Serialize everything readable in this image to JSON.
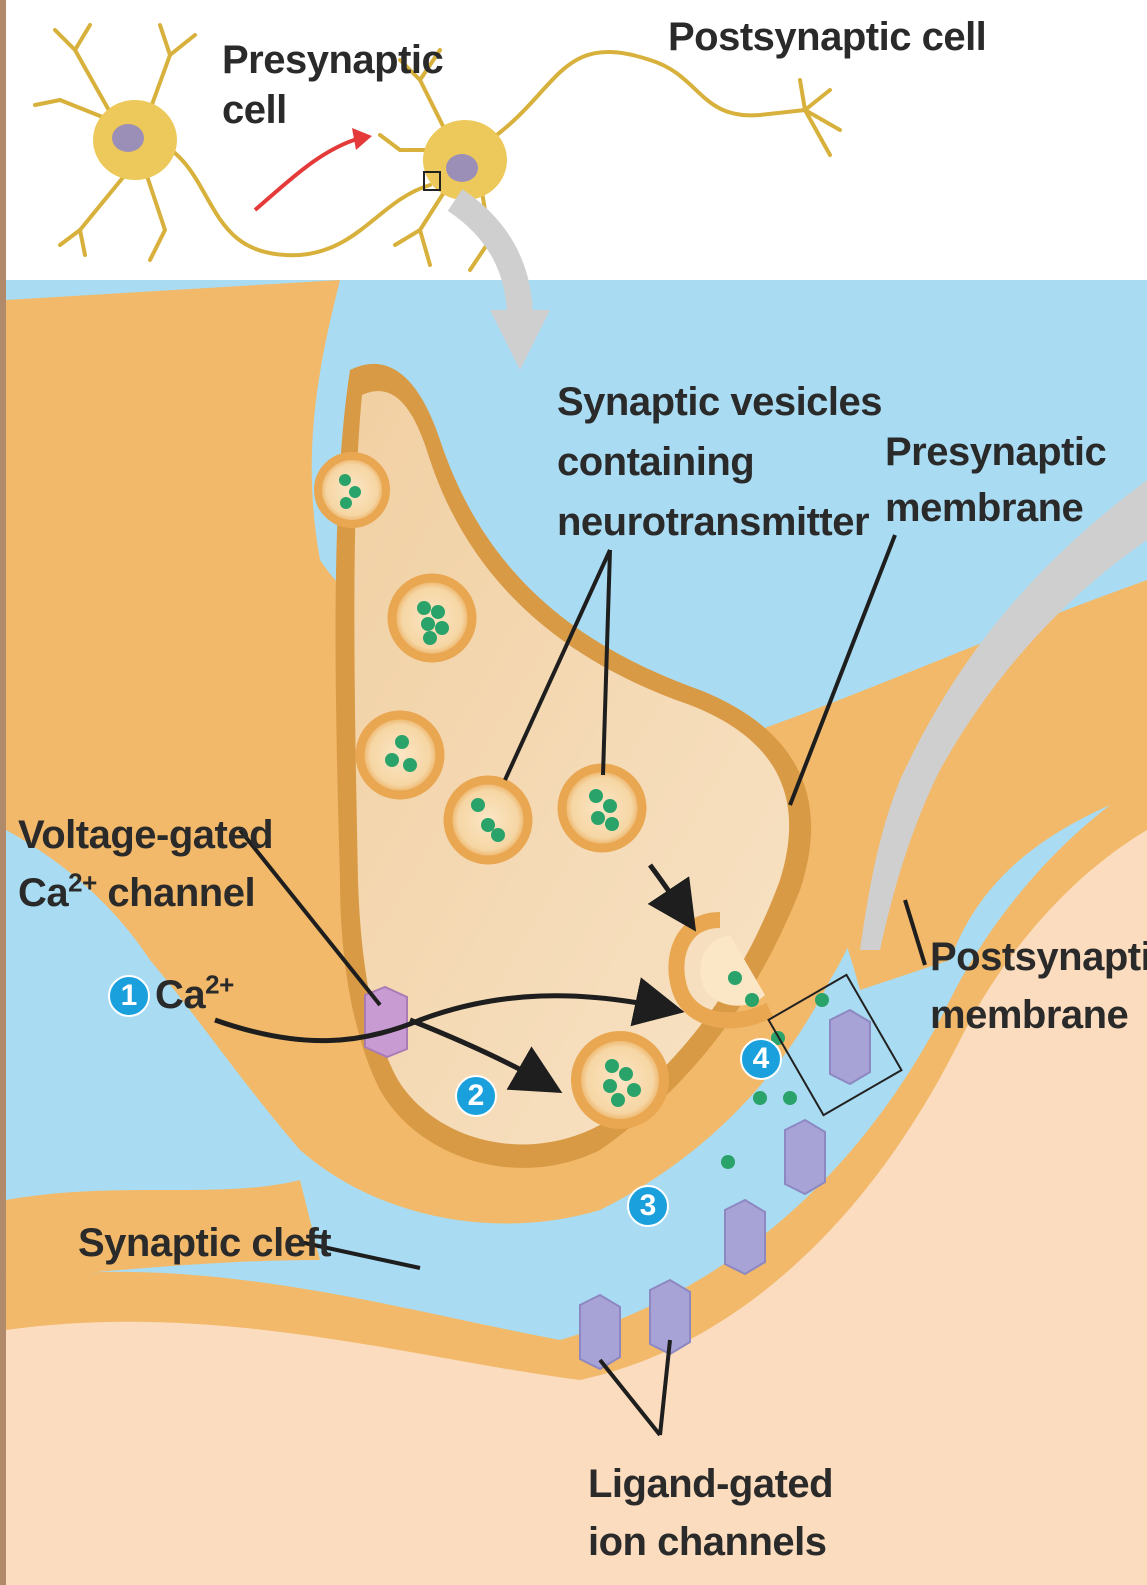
{
  "labels": {
    "presynaptic_cell": [
      "Presynaptic",
      "cell"
    ],
    "postsynaptic_cell": "Postsynaptic cell",
    "synaptic_vesicles": [
      "Synaptic vesicles",
      "containing",
      "neurotransmitter"
    ],
    "presynaptic_membrane": [
      "Presynaptic",
      "membrane"
    ],
    "voltage_gated": "Voltage-gated",
    "ca_channel_prefix": "Ca",
    "ca_channel_sup": "2+",
    "ca_channel_suffix": " channel",
    "ca_ion_prefix": "Ca",
    "ca_ion_sup": "2+",
    "postsynaptic_membrane": [
      "Postsynaptic",
      "membrane"
    ],
    "synaptic_cleft": "Synaptic cleft",
    "ligand_gated": [
      "Ligand-gated",
      "ion channels"
    ]
  },
  "steps": [
    "1",
    "2",
    "3",
    "4"
  ],
  "colors": {
    "extracellular": "#a9dcf2",
    "axon": "#f2b96a",
    "axon_edge": "#d99a45",
    "terminal_inner": "#f8dfbc",
    "postsynaptic_cytoplasm": "#fbdcbe",
    "neurotransmitter": "#2aa36b",
    "ligand_channel": "#a7a3d6",
    "ca_channel": "#c89bd2",
    "step_badge": "#1aa0dc",
    "neuron": "#e2c04b",
    "signal_arrow": "#e43a3a",
    "zoom_arrow": "#cfcfcf"
  }
}
